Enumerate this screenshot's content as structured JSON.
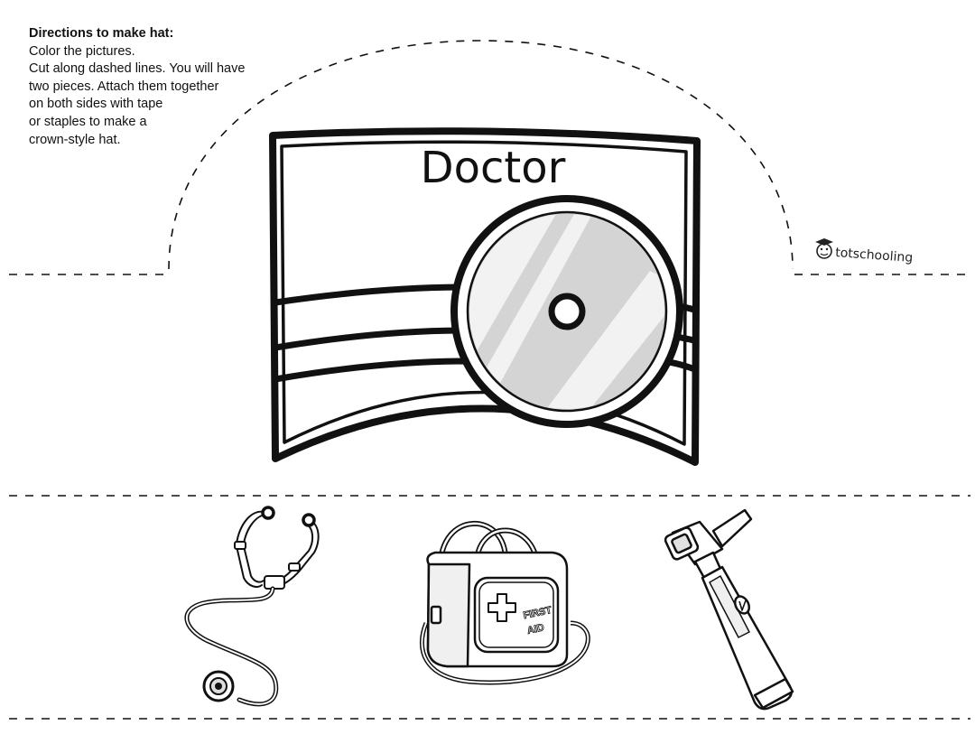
{
  "directions": {
    "heading": "Directions to make hat:",
    "lines": [
      "Color the pictures.",
      "Cut along dashed lines. You will have",
      "two pieces. Attach them together",
      "on both sides with tape",
      "or staples to make a",
      "crown-style hat."
    ]
  },
  "hat": {
    "title": "Doctor",
    "main_icon": "head-mirror-icon"
  },
  "strip": {
    "items": [
      {
        "icon": "stethoscope-icon"
      },
      {
        "icon": "first-aid-bag-icon",
        "label_line1": "FIRST",
        "label_line2": "AID"
      },
      {
        "icon": "otoscope-icon"
      }
    ]
  },
  "logo": {
    "text": "totschooling"
  },
  "colors": {
    "ink": "#111111",
    "shade": "#d0d0d0",
    "background": "#ffffff"
  }
}
